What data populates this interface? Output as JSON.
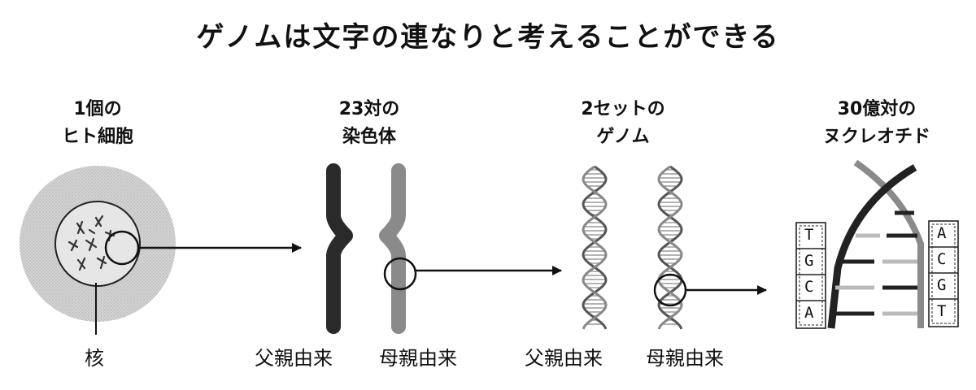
{
  "title": "ゲノムは文字の連なりと考えることができる",
  "stages": [
    {
      "line1": "1個の",
      "line2": "ヒト細胞"
    },
    {
      "line1": "23対の",
      "line2": "染色体"
    },
    {
      "line1": "2セットの",
      "line2": "ゲノム"
    },
    {
      "line1": "30億対の",
      "line2": "ヌクレオチド"
    }
  ],
  "nucleus_label": "核",
  "origins": {
    "paternal": "父親由来",
    "maternal": "母親由来"
  },
  "bases_left": [
    "T",
    "G",
    "C",
    "A"
  ],
  "bases_right": [
    "A",
    "C",
    "G",
    "T"
  ],
  "colors": {
    "cell_fill": "#cfcfcf",
    "paternal_chromosome": "#2a2a2a",
    "maternal_chromosome": "#8a8a8a",
    "ink": "#111111"
  }
}
